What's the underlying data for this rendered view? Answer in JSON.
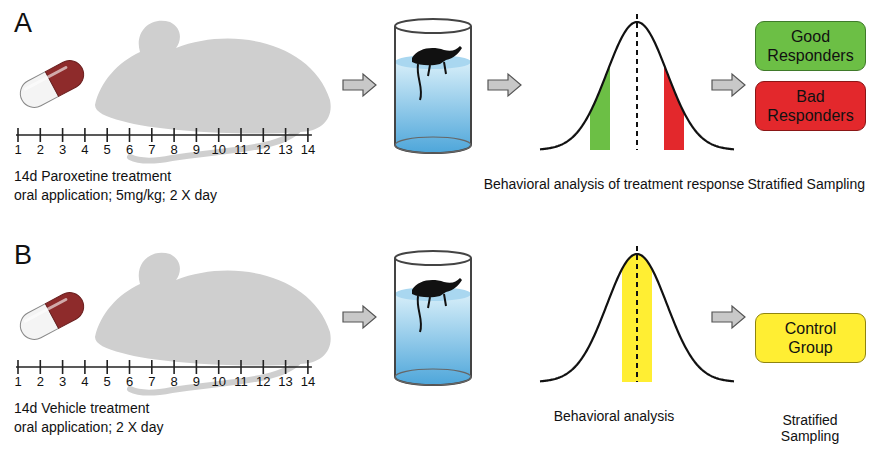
{
  "diagram": {
    "nodes": [
      {
        "text": [
          "Good Responders"
        ]
      },
      {
        "text": [
          "Bad Responders"
        ]
      },
      {
        "text": [
          "Control Group"
        ]
      }
    ],
    "labels": [
      "A",
      "1",
      "2",
      "3",
      "4",
      "5",
      "6",
      "7",
      "8",
      "9",
      "10",
      "11",
      "12",
      "13",
      "14",
      "14d Paroxetine treatment",
      "oral application; 5mg/kg; 2 X day",
      "Behavioral analysis of treatment response",
      "Stratified Sampling",
      "B",
      "1",
      "2",
      "3",
      "4",
      "5",
      "6",
      "7",
      "8",
      "9",
      "10",
      "11",
      "12",
      "13",
      "14",
      "14d Vehicle treatment",
      "oral application; 2 X day",
      "Behavioral analysis",
      "Stratified Sampling"
    ]
  }
}
